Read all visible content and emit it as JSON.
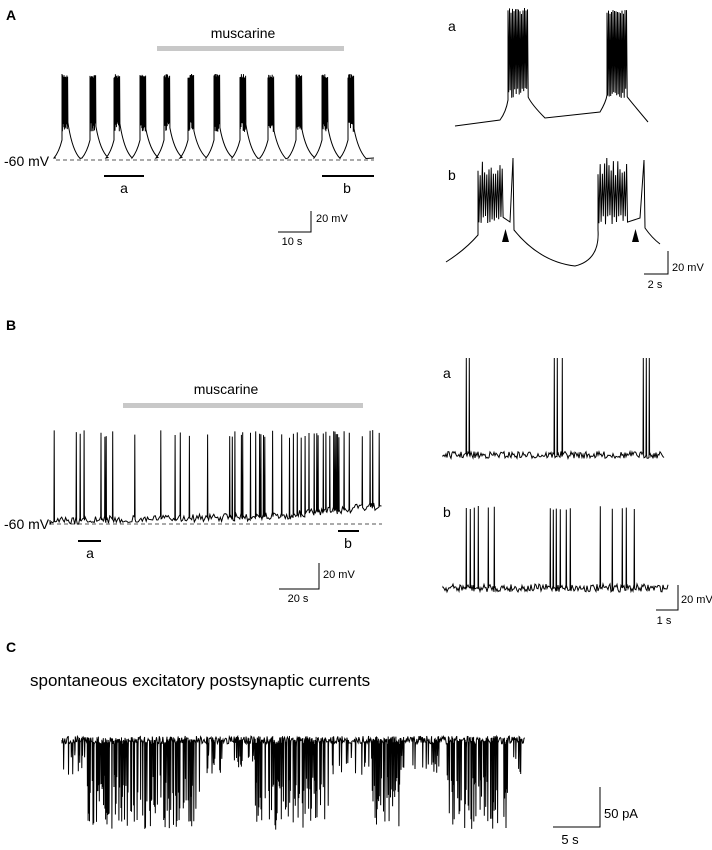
{
  "panels": {
    "A": {
      "letter": "A",
      "drug_label": "muscarine",
      "baseline_label": "-60 mV",
      "segment_a": "a",
      "segment_b": "b",
      "scale_v": "20 mV",
      "scale_t": "10 s",
      "inset_a": "a",
      "inset_b": "b",
      "inset_scale_v": "20 mV",
      "inset_scale_t": "2 s",
      "arrowhead_count": 2
    },
    "B": {
      "letter": "B",
      "drug_label": "muscarine",
      "baseline_label": "-60 mV",
      "segment_a": "a",
      "segment_b": "b",
      "scale_v": "20 mV",
      "scale_t": "20 s",
      "inset_a": "a",
      "inset_b": "b",
      "inset_scale_v": "20 mV",
      "inset_scale_t": "1 s"
    },
    "C": {
      "letter": "C",
      "title": "spontaneous excitatory postsynaptic currents",
      "scale_i": "50 pA",
      "scale_t": "5 s"
    }
  },
  "colors": {
    "trace": "#000000",
    "drug_bar": "#c8c8c8",
    "baseline": "#555555"
  }
}
